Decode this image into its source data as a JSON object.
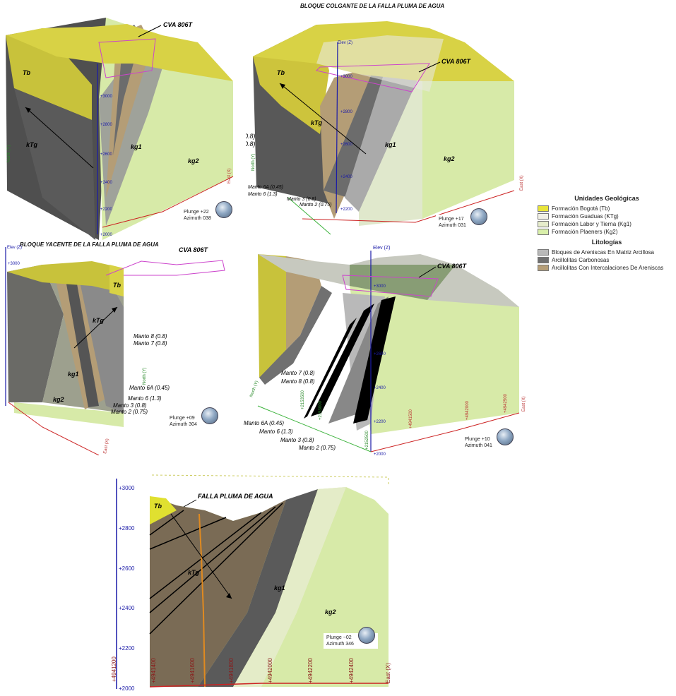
{
  "titles": {
    "hanging_block": "BLOQUE COLGANTE DE LA FALLA PLUMA DE AGUA",
    "footwall_block": "BLOQUE YACENTE DE LA FALLA PLUMA DE AGUA",
    "fault_name": "FALLA PLUMA DE AGUA"
  },
  "labels": {
    "borehole": "CVA 806T",
    "tb": "Tb",
    "ktg": "kTg",
    "kg1": "kg1",
    "kg2": "kg2",
    "elev": "Elev (Z)",
    "north": "North (Y)",
    "east": "East (X)"
  },
  "mantos": {
    "m8": "Manto 8 (0.8)",
    "m7": "Manto 7 (0.8)",
    "m6a": "Manto 6A (0.45)",
    "m6": "Manto 6 (1.3)",
    "m3": "Manto 3 (0.8)",
    "m2": "Manto 2 (0.75)"
  },
  "views": [
    {
      "plunge": "Plunge +22",
      "azimuth": "Azimuth 038"
    },
    {
      "plunge": "Plunge +17",
      "azimuth": "Azimuth 031"
    },
    {
      "plunge": "Plunge +09",
      "azimuth": "Azimuth 304"
    },
    {
      "plunge": "Plunge +10",
      "azimuth": "Azimuth 041"
    },
    {
      "plunge": "Plunge −02",
      "azimuth": "Azimuth 346"
    }
  ],
  "elev_ticks": [
    "+3000",
    "+2800",
    "+2600",
    "+2400",
    "+2200",
    "+2000"
  ],
  "east_ticks_bottom": [
    "+4941200",
    "+4941400",
    "+4941600",
    "+4941800",
    "+4942000",
    "+4942200",
    "+4942400"
  ],
  "east_ticks_p4": [
    "+4941500",
    "+4942000",
    "+4942500"
  ],
  "north_ticks_p4": [
    "+2153500",
    "+2153000",
    "+2152500"
  ],
  "legend": {
    "units_title": "Unidades Geológicas",
    "units": [
      {
        "label": "Formación Bogotá (Tb)",
        "color": "#e8e43a"
      },
      {
        "label": "Formación Guaduas (KTg)",
        "color": "#f1f0e6"
      },
      {
        "label": "Formación Labor y Tierna (Kg1)",
        "color": "#e6eccb"
      },
      {
        "label": "Formación Plaeners (Kg2)",
        "color": "#d9efaa"
      }
    ],
    "lith_title": "Litologías",
    "lithologies": [
      {
        "label": "Bloques de Areniscas En Matriz Arcillosa",
        "color": "#b9b9b9"
      },
      {
        "label": "Arcillolitas Carbonosas",
        "color": "#707070"
      },
      {
        "label": "Arcillolitas Con Intercalaciones De Areniscas",
        "color": "#b59e78"
      }
    ]
  }
}
